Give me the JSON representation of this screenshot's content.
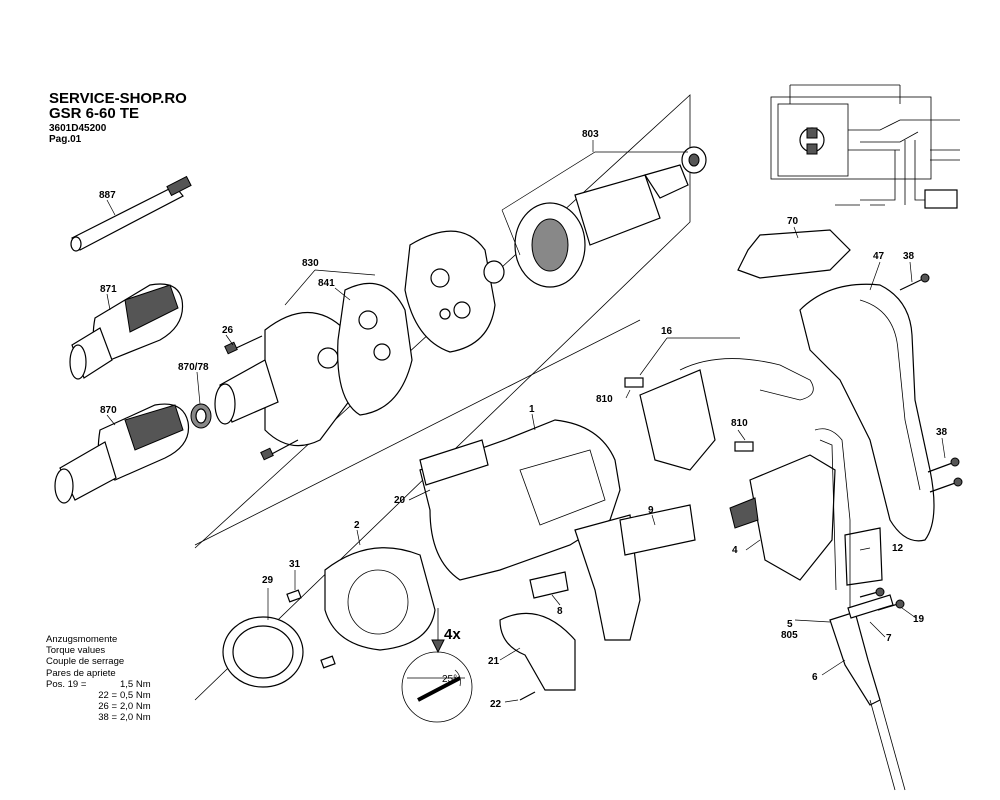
{
  "header": {
    "shop": "SERVICE-SHOP.RO",
    "model": "GSR 6-60 TE",
    "article": "3601D45200",
    "page": "Pag.01"
  },
  "torque": {
    "titles": [
      "Anzugsmomente",
      "Torque values",
      "Couple de serrage",
      "Pares de apriete"
    ],
    "rows": [
      {
        "key": "Pos. 19 =",
        "value": "1,5 Nm"
      },
      {
        "key": "22 =",
        "value": "0,5 Nm"
      },
      {
        "key": "26 =",
        "value": "2,0 Nm"
      },
      {
        "key": "38 =",
        "value": "2,0 Nm"
      }
    ]
  },
  "parts": {
    "p803": "803",
    "p887": "887",
    "p871": "871",
    "p830": "830",
    "p841": "841",
    "p26": "26",
    "p870_78": "870/78",
    "p870": "870",
    "p70": "70",
    "p47": "47",
    "p38a": "38",
    "p38b": "38",
    "p16": "16",
    "p810a": "810",
    "p810b": "810",
    "p1": "1",
    "p20": "20",
    "p9": "9",
    "p12": "12",
    "p4": "4",
    "p2": "2",
    "p31": "31",
    "p29": "29",
    "p8": "8",
    "p5": "5",
    "p805": "805",
    "p19": "19",
    "p7": "7",
    "p6": "6",
    "p21": "21",
    "p22": "22"
  },
  "callout": {
    "count": "4x",
    "angle": "25°"
  }
}
